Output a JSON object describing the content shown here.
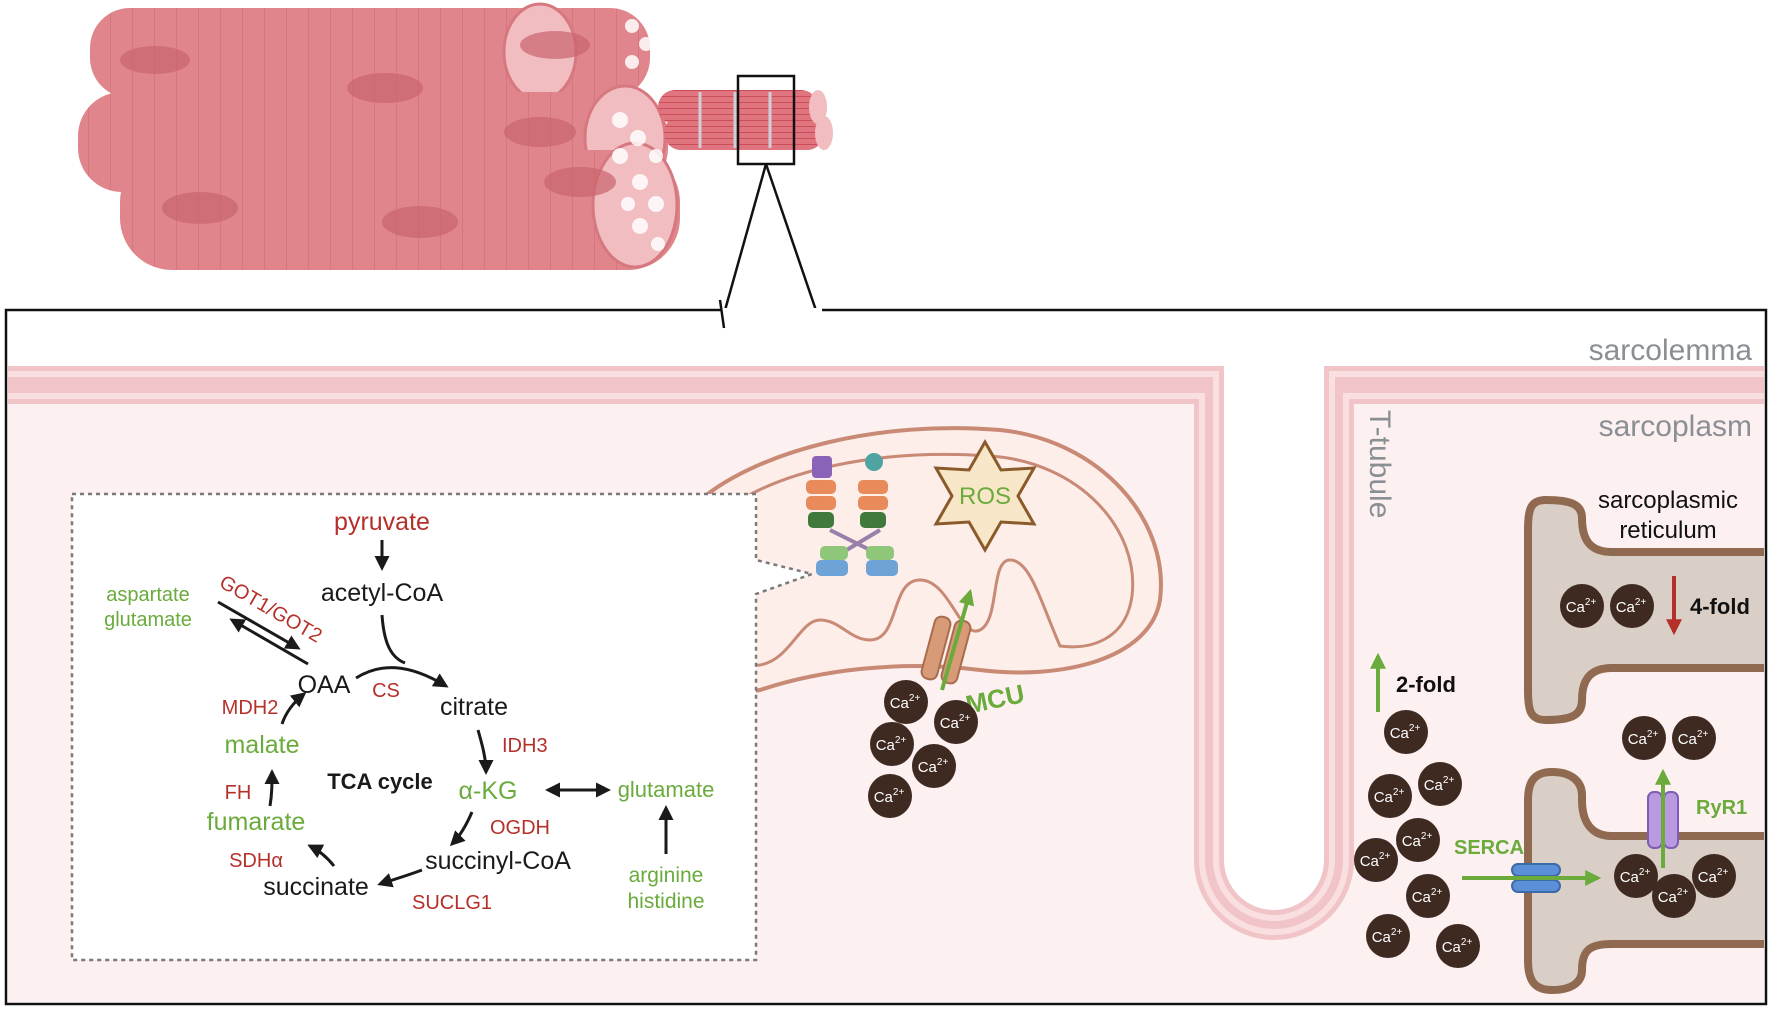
{
  "colors": {
    "red": "#b5302a",
    "green": "#6aab3c",
    "black": "#1a1a1a",
    "gray": "#8a8f94",
    "muscle": "#e0858b",
    "membrane": "#f1c4c7",
    "cytoplasm": "#fcf0f0",
    "sr_wall": "#8f6a50",
    "sr_fill": "#d9cfc6",
    "calcium": "#3f2a22"
  },
  "compartments": {
    "sarcolemma": "sarcolemma",
    "sarcoplasm": "sarcoplasm",
    "t_tubule": "T-tubule",
    "sr_line1": "sarcoplasmic",
    "sr_line2": "reticulum"
  },
  "tca": {
    "pyruvate": "pyruvate",
    "acetyl_coa": "acetyl-CoA",
    "oaa": "OAA",
    "cs": "CS",
    "citrate": "citrate",
    "idh3": "IDH3",
    "akg": "α-KG",
    "glutamate_right": "glutamate",
    "ogdh": "OGDH",
    "succinyl_coa": "succinyl-CoA",
    "suclg1": "SUCLG1",
    "succinate": "succinate",
    "sdha": "SDHα",
    "fumarate": "fumarate",
    "fh": "FH",
    "malate": "malate",
    "mdh2": "MDH2",
    "got": "GOT1/GOT2",
    "aspartate": "aspartate",
    "glutamate_left": "glutamate",
    "arginine": "arginine",
    "histidine": "histidine",
    "cycle_label": "TCA cycle"
  },
  "mito": {
    "ros": "ROS",
    "mcu": "MCU"
  },
  "calcium": {
    "ion": "Ca",
    "charge": "2+",
    "two_fold": "2-fold",
    "four_fold": "4-fold",
    "serca": "SERCA",
    "ryr1": "RyR1"
  }
}
